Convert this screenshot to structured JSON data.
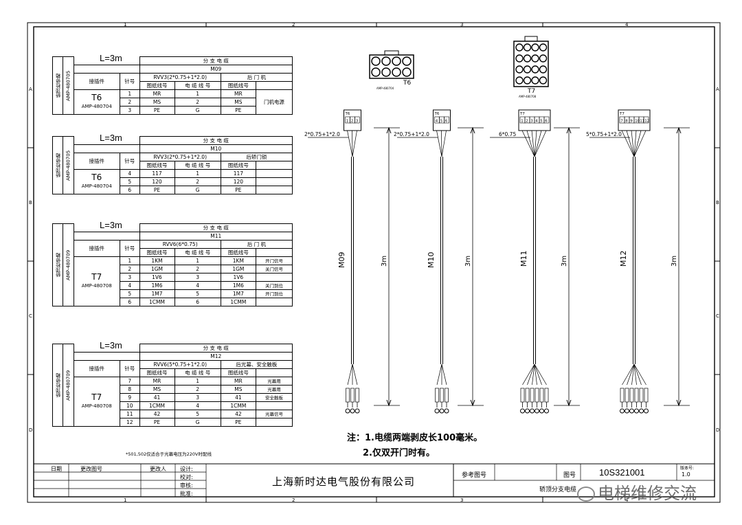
{
  "frame": {
    "cols": [
      "1",
      "2",
      "3",
      "4"
    ],
    "rows": [
      "A",
      "B",
      "C",
      "D"
    ]
  },
  "tables": [
    {
      "length": "L=3m",
      "branch": "分 支 电 缆",
      "code": "M09",
      "cable_spec": "RVV3(2*0.75+1*2.0)",
      "door": "后 门 机",
      "side_label": "轿顶检修箱",
      "connector_side": "AMP-480705",
      "col_conn": "接插件",
      "col_pin": "针号",
      "sub_headers": [
        "图纸线号",
        "电 缆 线 号",
        "图纸线号"
      ],
      "conn_name": "T6",
      "conn_part": "AMP-480704",
      "rows": [
        {
          "pin": "1",
          "wire": "MR",
          "cable": "1",
          "dwg": "MR",
          "remark": ""
        },
        {
          "pin": "2",
          "wire": "MS",
          "cable": "2",
          "dwg": "MS",
          "remark": ""
        },
        {
          "pin": "3",
          "wire": "PE",
          "cable": "G",
          "dwg": "PE",
          "remark": ""
        }
      ],
      "group_remark": "门机电源"
    },
    {
      "length": "L=3m",
      "branch": "分 支 电 缆",
      "code": "M10",
      "cable_spec": "RVV3(2*0.75+1*2.0)",
      "door": "后轿门锁",
      "side_label": "轿顶检修箱",
      "connector_side": "AMP-480705",
      "col_conn": "接插件",
      "col_pin": "针号",
      "sub_headers": [
        "图纸线号",
        "电 缆 线 号",
        "图纸线号"
      ],
      "conn_name": "T6",
      "conn_part": "AMP-480704",
      "rows": [
        {
          "pin": "4",
          "wire": "117",
          "cable": "1",
          "dwg": "117",
          "remark": ""
        },
        {
          "pin": "5",
          "wire": "120",
          "cable": "2",
          "dwg": "120",
          "remark": ""
        },
        {
          "pin": "6",
          "wire": "PE",
          "cable": "G",
          "dwg": "PE",
          "remark": ""
        }
      ],
      "group_remark": ""
    },
    {
      "length": "L=3m",
      "branch": "分 支 电 缆",
      "code": "M11",
      "cable_spec": "RVV6(6*0.75)",
      "door": "后 门 机",
      "side_label": "轿顶检修箱",
      "connector_side": "AMP-480709",
      "col_conn": "接插件",
      "col_pin": "针号",
      "sub_headers": [
        "图纸线号",
        "电 缆 线 号",
        "图纸线号"
      ],
      "conn_name": "T7",
      "conn_part": "AMP-480708",
      "rows": [
        {
          "pin": "1",
          "wire": "1KM",
          "cable": "1",
          "dwg": "1KM",
          "remark": "开门信号"
        },
        {
          "pin": "2",
          "wire": "1GM",
          "cable": "2",
          "dwg": "1GM",
          "remark": "关门信号"
        },
        {
          "pin": "3",
          "wire": "1V6",
          "cable": "3",
          "dwg": "1V6",
          "remark": ""
        },
        {
          "pin": "4",
          "wire": "1M6",
          "cable": "4",
          "dwg": "1M6",
          "remark": "关门到位"
        },
        {
          "pin": "5",
          "wire": "1M7",
          "cable": "5",
          "dwg": "1M7",
          "remark": "开门到位"
        },
        {
          "pin": "6",
          "wire": "1CMM",
          "cable": "6",
          "dwg": "1CMM",
          "remark": ""
        }
      ],
      "group_remark": ""
    },
    {
      "length": "L=3m",
      "branch": "分 支 电 缆",
      "code": "M12",
      "cable_spec": "RVV6(5*0.75+1*2.0)",
      "door": "后光幕、安全触板",
      "side_label": "轿顶检修箱",
      "connector_side": "AMP-480709",
      "col_conn": "接插件",
      "col_pin": "针号",
      "sub_headers": [
        "图纸线号",
        "电 缆 线 号",
        "图纸线号"
      ],
      "conn_name": "T7",
      "conn_part": "AMP-480708",
      "rows": [
        {
          "pin": "7",
          "wire": "MR",
          "cable": "1",
          "dwg": "MR",
          "remark": "光幕用"
        },
        {
          "pin": "8",
          "wire": "MS",
          "cable": "2",
          "dwg": "MS",
          "remark": "光幕用"
        },
        {
          "pin": "9",
          "wire": "41",
          "cable": "3",
          "dwg": "41",
          "remark": "安全触板"
        },
        {
          "pin": "10",
          "wire": "1CMM",
          "cable": "4",
          "dwg": "1CMM",
          "remark": ""
        },
        {
          "pin": "11",
          "wire": "42",
          "cable": "5",
          "dwg": "42",
          "remark": "光幕信号"
        },
        {
          "pin": "12",
          "wire": "PE",
          "cable": "G",
          "dwg": "PE",
          "remark": ""
        }
      ],
      "group_remark": ""
    }
  ],
  "footnote": "*501,502仅适合于光幕电压为220V时配线",
  "connectors": [
    {
      "name": "T6",
      "part": "AMP-480704"
    },
    {
      "name": "T7",
      "part": "AMP-480708"
    }
  ],
  "cables": [
    {
      "code": "M09",
      "plug": "T6",
      "pins": [
        "1",
        "2",
        "3"
      ],
      "spec": "2*0.75+1*2.0",
      "length": "3m",
      "ends": 3
    },
    {
      "code": "M10",
      "plug": "T6",
      "pins": [
        "4",
        "5",
        "6"
      ],
      "spec": "2*0.75+1*2.0",
      "length": "3m",
      "ends": 3
    },
    {
      "code": "M11",
      "plug": "T7",
      "pins": [
        "1",
        "2",
        "3",
        "4",
        "5",
        "6"
      ],
      "spec": "6*0.75",
      "length": "3m",
      "ends": 6
    },
    {
      "code": "M12",
      "plug": "T7",
      "pins": [
        "7",
        "8",
        "9",
        "10",
        "11",
        "12"
      ],
      "spec": "5*0.75+1*2.0",
      "length": "3m",
      "ends": 6
    }
  ],
  "notes": {
    "prefix": "注：",
    "line1": "1.电缆两端剥皮长100毫米。",
    "line2": "2.仅双开门时有。"
  },
  "title_block": {
    "date_label": "日期",
    "change_no": "更改图号",
    "changer": "更改人",
    "design": "设计:",
    "check": "校对:",
    "review": "审核:",
    "approve": "批准:",
    "company": "上海新时达电气股份有限公司",
    "ref_label": "参考图号",
    "drawing_label": "图号",
    "drawing_no": "10S321001",
    "version_label": "版本号:",
    "version": "1.0",
    "title": "轿顶分支电缆"
  },
  "watermark": "电梯维修交流",
  "colors": {
    "line": "#000000",
    "paper": "#ffffff"
  }
}
